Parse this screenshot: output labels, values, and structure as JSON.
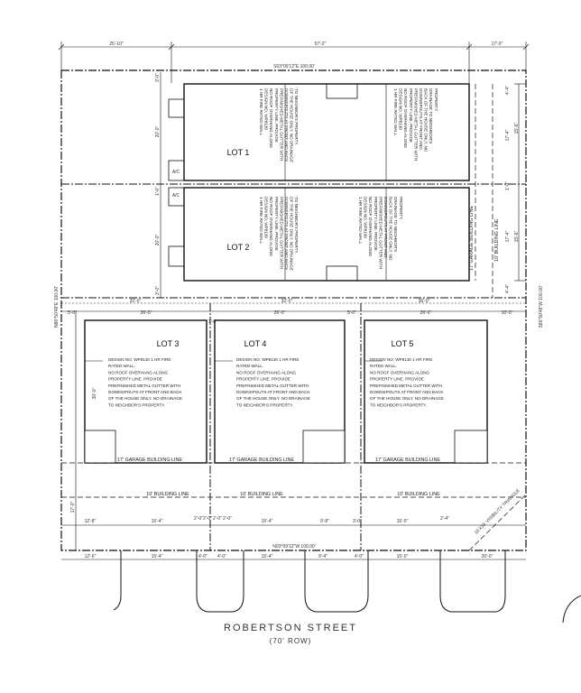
{
  "dimensions": {
    "top_left": "25'-10\"",
    "top_mid": "57'-2\"",
    "top_right": "17'-0\"",
    "north_bearing": "S03°09'12\"E  100.00'",
    "south_bearing": "N03°09'12\"W  100.00'",
    "west_bearing": "N86°50'48\"E  100.00'",
    "east_bearing": "S86°50'48\"W  100.00'",
    "upper_left_v1": "3'-0\"",
    "upper_left_v2": "20'-0\"",
    "upper_left_v3": "1'-0\"",
    "upper_left_v4": "20'-0\"",
    "upper_left_v5": "3'-0\"",
    "right_v1": "4'-4\"",
    "right_v2": "17'-4\"",
    "right_v3": "15'-6\"",
    "right_v4": "1'-0\"",
    "right_v5": "17'-4\"",
    "right_v6": "15'-6\"",
    "right_v7": "4'-4\"",
    "row_32a": "32'-0\"",
    "row_32b": "32'-0\"",
    "row_36": "36'-0\"",
    "lot3_5": "5'-0\"",
    "lot3_26": "26'-0\"",
    "lot4_26": "26'-0\"",
    "lot4_5": "5'-0\"",
    "lot5_26": "26'-0\"",
    "lot5_10": "10'-0\"",
    "lot_depth": "30'-0\"",
    "front_17": "17'-0\"",
    "gap_1": "1'-0\"",
    "b1": "12'-8\"",
    "b2": "15'-4\"",
    "b3": "2'-0\"",
    "b4": "2'-0\"",
    "b5": "2'-0\"",
    "b6": "2'-0\"",
    "b7": "15'-4\"",
    "b8": "9'-8\"",
    "b9": "3'-0\"",
    "b10": "15'-0\"",
    "b11": "2'-4\"",
    "c1": "12'-6\"",
    "c2": "15'-4\"",
    "c3": "4'-0\"",
    "c4": "4'-0\"",
    "c5": "15'-4\"",
    "c6": "9'-4\"",
    "c7": "4'-0\"",
    "c8": "15'-0\"",
    "c9": "20'-0\"",
    "visibility": "15'X15' VISIBILITY TRIANGLE"
  },
  "lots": {
    "lot1": "LOT 1",
    "lot2": "LOT 2",
    "lot3": "LOT 3",
    "lot4": "LOT 4",
    "lot5": "LOT 5",
    "ac": "A/C"
  },
  "notes": {
    "upper_a": [
      "1 HR FIRE RATED WALL",
      "DESIGN NO. WP8130",
      "NO ROOF OVERHANG ALONG",
      "PROPERTY LINE. PROVIDE",
      "PREFINISHED METAL GUTTER WITH",
      "DOWNSPOUTS AT FRONT AND BACK",
      "OF THE HOUSE ONLY. NO DRAINAGE",
      "TO NEIGHBOR'S PROPERTY."
    ],
    "upper_b": [
      "1 HR FIRE RATED WALL",
      "DESIGN NO. WP8130",
      "NO ROOF OVERHANG ALONG",
      "PROPERTY LINE. PROVIDE",
      "PREFINISHED METAL GUTTER WITH",
      "DOWNSPOUTS AT FRONT AND",
      "BACK OF THE HOUSE ONLY. NO",
      "DRAINAGE TO NEIGHBOR'S",
      "PROPERTY."
    ],
    "lower": [
      "DESIGN NO. WP8130 1 HR FIRE",
      "RATED WALL.",
      "NO ROOF OVERHANG ALONG",
      "PROPERTY LINE. PROVIDE",
      "PREFINISHED METAL GUTTER WITH",
      "DOWNSPOUTS AT FRONT AND BACK",
      "OF THE HOUSE ONLY. NO DRAINAGE",
      "TO NEIGHBOR'S PROPERTY."
    ]
  },
  "building_lines": {
    "garage": "17' GARAGE   BUILDING LINE",
    "front": "10' BUILDING LINE",
    "garage_v": "17' GARAGE BUILDING LINE",
    "front_v": "10' BUILDING LINE"
  },
  "street": {
    "name": "ROBERTSON  STREET",
    "row": "(70' ROW)"
  }
}
